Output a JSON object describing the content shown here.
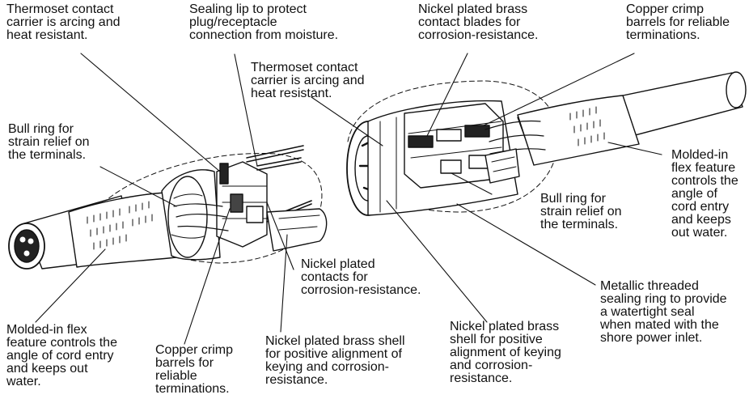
{
  "colors": {
    "ink": "#111111",
    "paper": "#ffffff"
  },
  "callouts": {
    "l_thermoset": "Thermoset contact\ncarrier is arcing and\nheat resistant.",
    "l_sealing_lip": "Sealing lip to protect\nplug/receptacle\nconnection from moisture.",
    "c_thermoset": "Thermoset contact\ncarrier is arcing and\nheat resistant.",
    "r_blades": "Nickel plated brass\ncontact blades for\ncorrosion-resistance.",
    "r_crimp": "Copper crimp\nbarrels for reliable\nterminations.",
    "l_bull_ring": "Bull ring for\nstrain relief on\nthe terminals.",
    "r_flex": "Molded-in\nflex feature\ncontrols the\nangle of\ncord entry\nand keeps\nout water.",
    "r_bull_ring": "Bull ring for\nstrain relief on\nthe terminals.",
    "l_nickel_contacts": "Nickel plated\ncontacts for\ncorrosion-resistance.",
    "r_metallic_ring": "Metallic threaded\nsealing ring to provide\na watertight seal\nwhen mated with the\nshore power inlet.",
    "l_flex": "Molded-in flex\nfeature controls the\nangle of cord entry\nand keeps out\nwater.",
    "l_crimp": "Copper crimp\nbarrels for\nreliable\nterminations.",
    "l_brass_shell": "Nickel plated brass shell\nfor positive alignment of\nkeying and corrosion-\nresistance.",
    "r_brass_shell": "Nickel plated brass\nshell for positive\nalignment of keying\nand corrosion-\nresistance."
  }
}
